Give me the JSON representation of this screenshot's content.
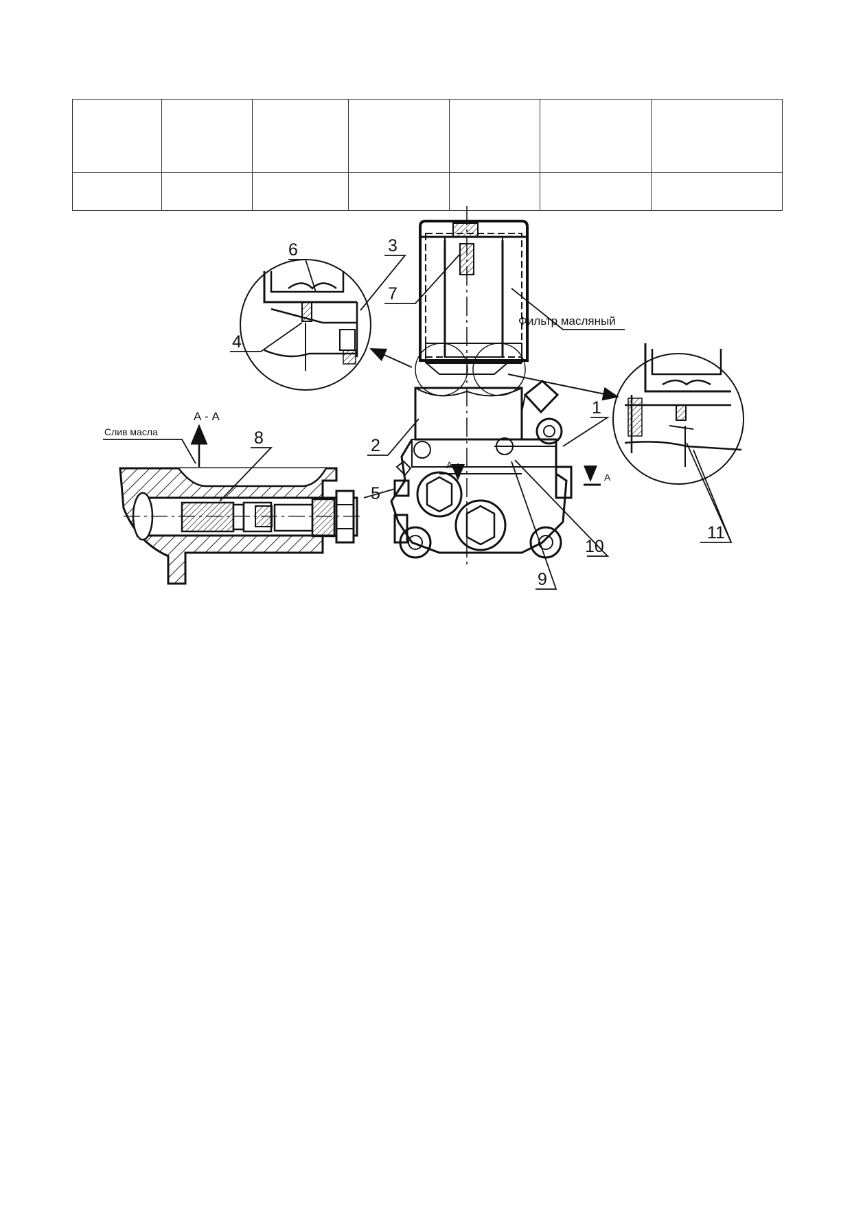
{
  "stamp_table": {
    "rows": [
      [
        "",
        "",
        "",
        "",
        "",
        "",
        ""
      ],
      [
        "",
        "",
        "",
        "",
        "",
        "",
        ""
      ]
    ]
  },
  "diagram": {
    "callouts": [
      "1",
      "2",
      "3",
      "4",
      "5",
      "6",
      "7",
      "8",
      "9",
      "10",
      "11"
    ],
    "filter_label": "Фильтр масляный",
    "section_label": "А - А",
    "drain_label": "Слив масла",
    "section_mark": "А"
  }
}
